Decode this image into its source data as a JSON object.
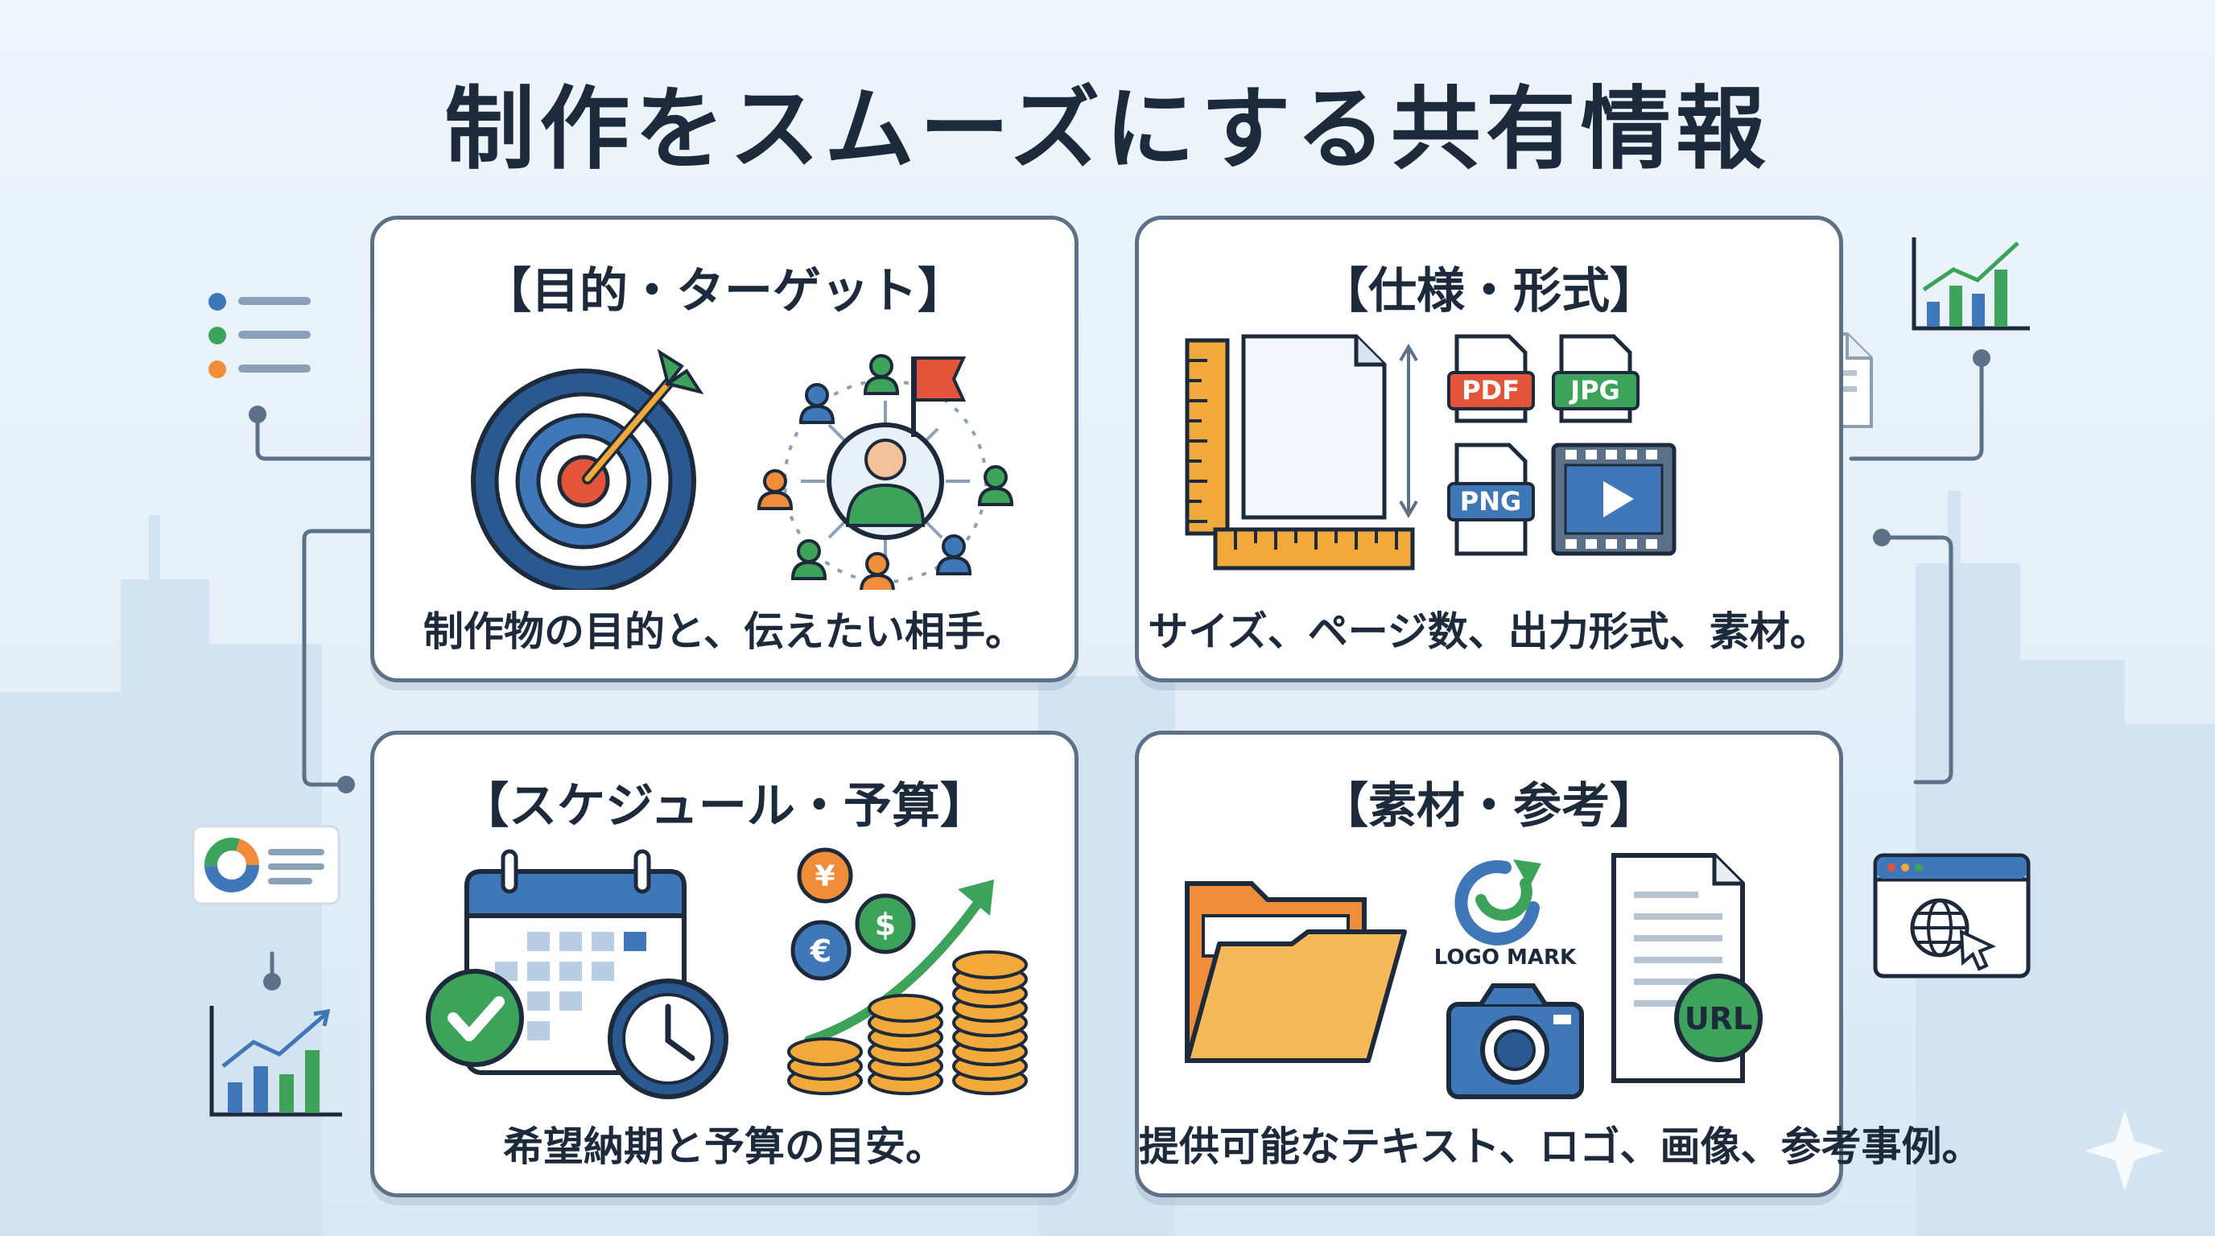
{
  "title": "制作をスムーズにする共有情報",
  "colors": {
    "navy": "#1c2a3b",
    "border": "#5c7088",
    "blue": "#3f77b8",
    "green": "#3da35a",
    "orange": "#ef8d3a",
    "red": "#e2553a",
    "gold": "#f2a93b"
  },
  "cards": [
    {
      "title": "【目的・ターゲット】",
      "desc": "制作物の目的と、伝えたい相手。"
    },
    {
      "title": "【仕様・形式】",
      "desc": "サイズ、ページ数、出力形式、素材。"
    },
    {
      "title": "【スケジュール・予算】",
      "desc": "希望納期と予算の目安。"
    },
    {
      "title": "【素材・参考】",
      "desc": "提供可能なテキスト、ロゴ、画像、参考事例。"
    }
  ],
  "badges": {
    "pdf": "PDF",
    "jpg": "JPG",
    "png": "PNG",
    "logo": "LOGO MARK",
    "url": "URL",
    "yen": "¥",
    "dollar": "$",
    "euro": "€"
  }
}
